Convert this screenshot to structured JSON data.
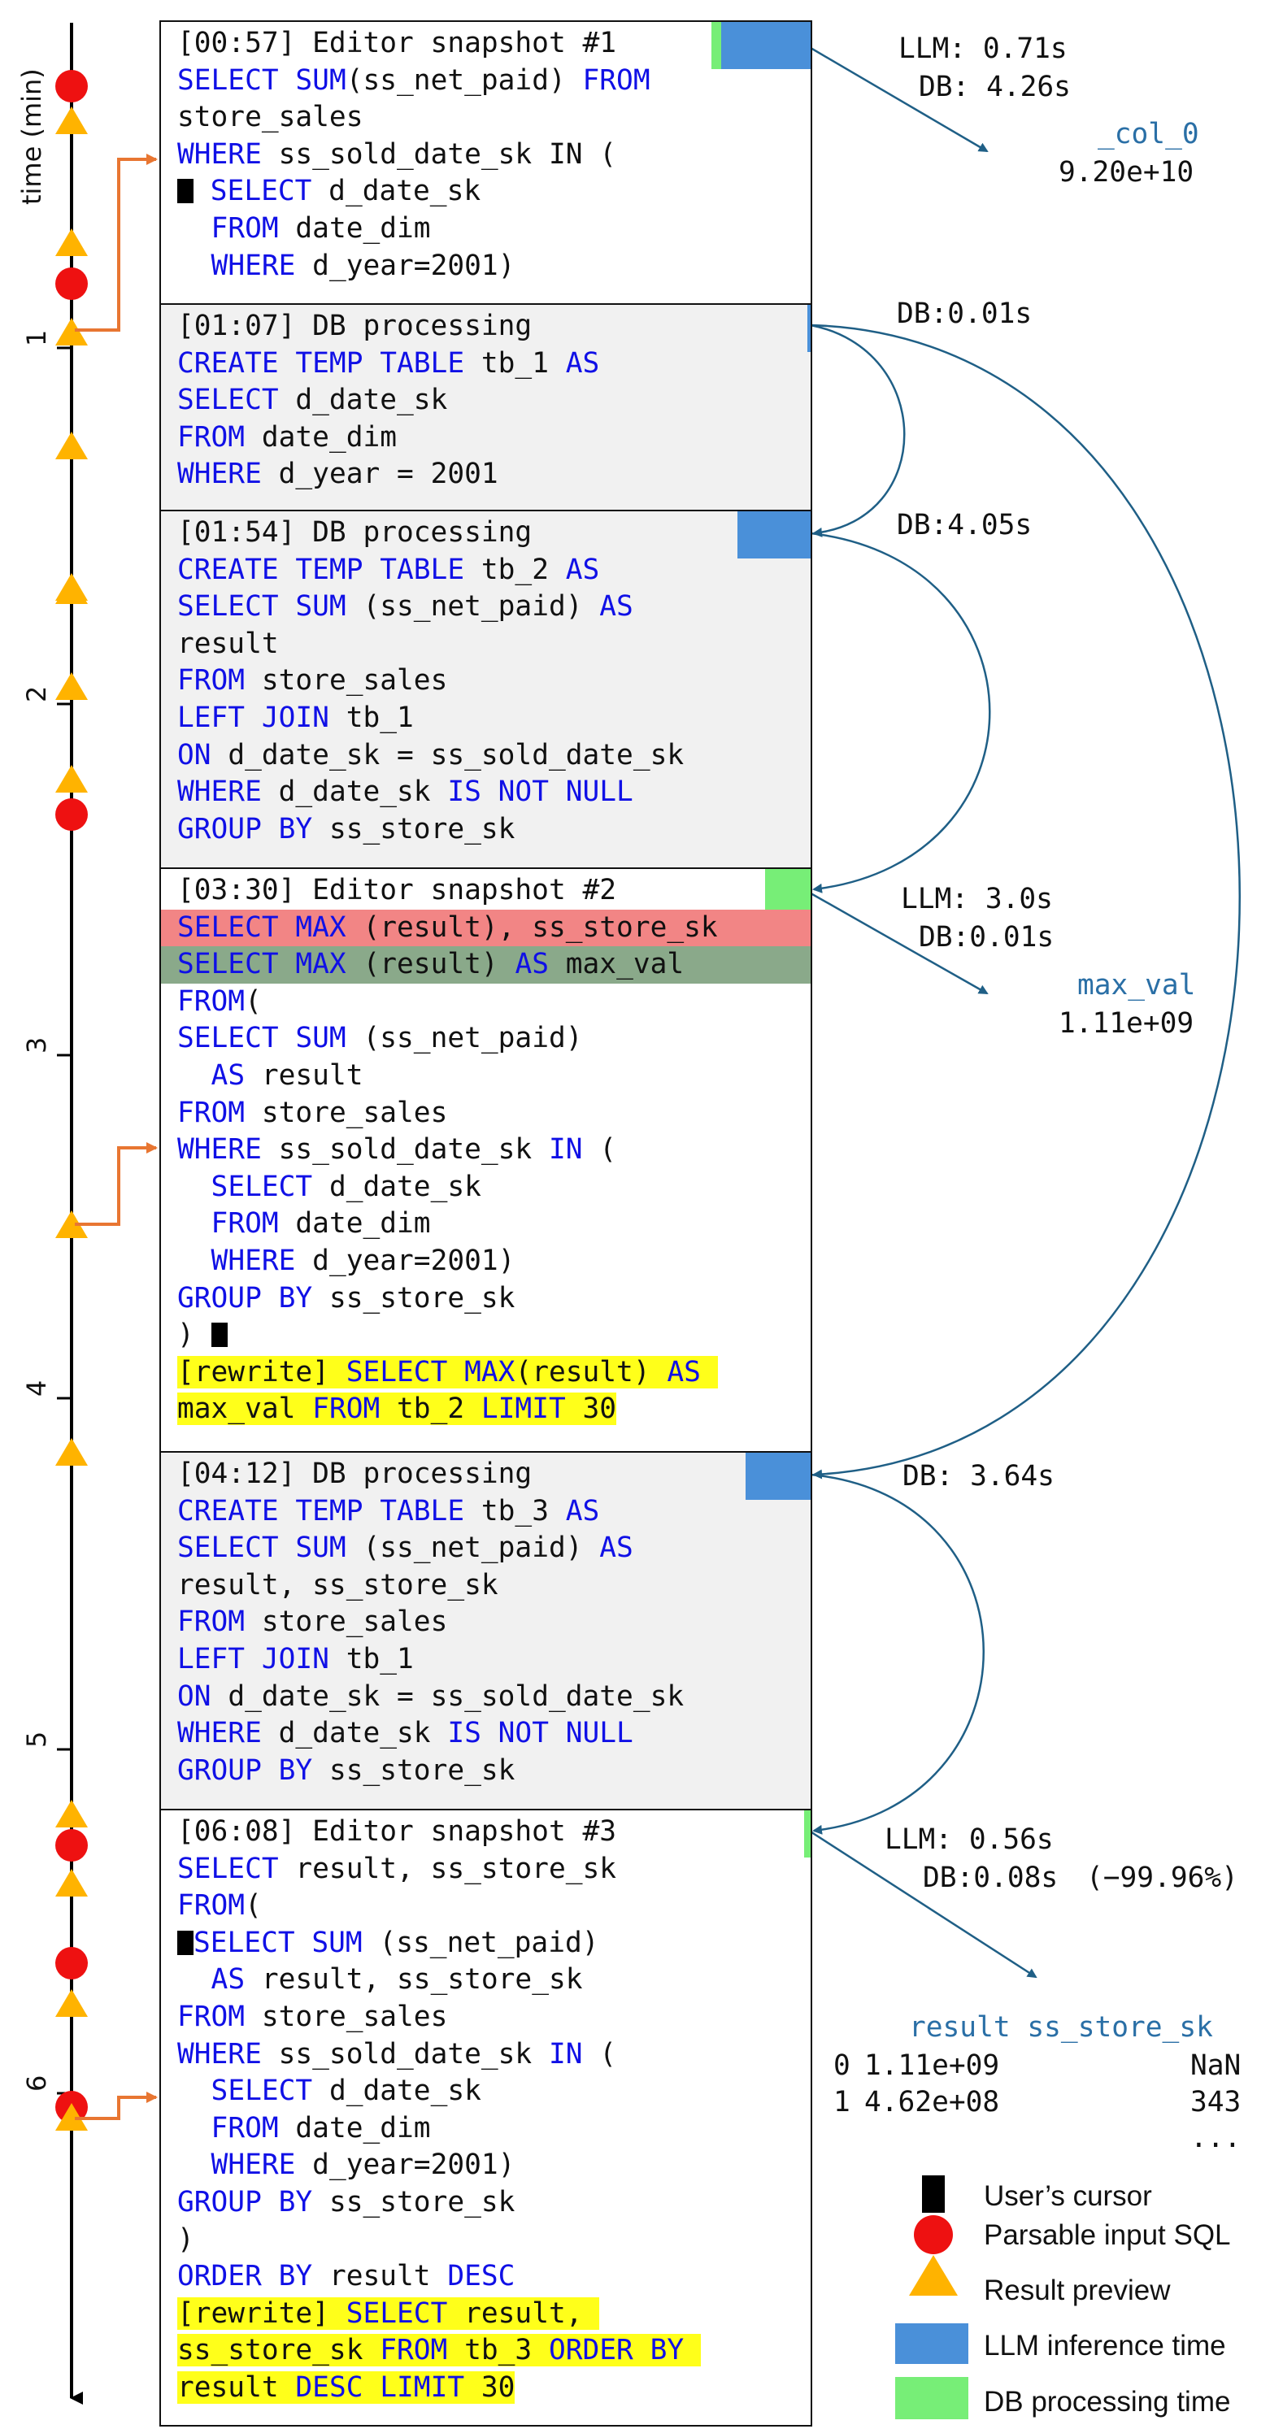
{
  "timeline": {
    "axis_label": "time (min)",
    "ticks": [
      "1",
      "2",
      "3",
      "4",
      "5",
      "6"
    ]
  },
  "snapshot1": {
    "lines": [
      [
        {
          "t": "[00:57] Editor snapshot #1"
        }
      ],
      [
        {
          "t": "SELECT",
          "k": 1
        },
        {
          "t": " "
        },
        {
          "t": "SUM",
          "k": 1
        },
        {
          "t": "(ss_net_paid) "
        },
        {
          "t": "FROM",
          "k": 1
        }
      ],
      [
        {
          "t": "store_sales"
        }
      ],
      [
        {
          "t": "WHERE",
          "k": 1
        },
        {
          "t": " ss_sold_date_sk IN ("
        }
      ],
      [
        {
          "c": 1
        },
        {
          "t": " "
        },
        {
          "t": "SELECT",
          "k": 1
        },
        {
          "t": " d_date_sk"
        }
      ],
      [
        {
          "t": "  "
        },
        {
          "t": "FROM",
          "k": 1
        },
        {
          "t": " date_dim"
        }
      ],
      [
        {
          "t": "  "
        },
        {
          "t": "WHERE",
          "k": 1
        },
        {
          "t": " d_year=2001)"
        }
      ]
    ]
  },
  "db1": {
    "lines": [
      [
        {
          "t": "[01:07] DB processing"
        }
      ],
      [
        {
          "t": "CREATE TEMP TABLE",
          "k": 1
        },
        {
          "t": " tb_1 "
        },
        {
          "t": "AS",
          "k": 1
        }
      ],
      [
        {
          "t": "SELECT",
          "k": 1
        },
        {
          "t": " d_date_sk"
        }
      ],
      [
        {
          "t": "FROM",
          "k": 1
        },
        {
          "t": " date_dim"
        }
      ],
      [
        {
          "t": "WHERE",
          "k": 1
        },
        {
          "t": " d_year = 2001"
        }
      ]
    ]
  },
  "db2": {
    "lines": [
      [
        {
          "t": "[01:54] DB processing"
        }
      ],
      [
        {
          "t": "CREATE TEMP TABLE",
          "k": 1
        },
        {
          "t": " tb_2 "
        },
        {
          "t": "AS",
          "k": 1
        }
      ],
      [
        {
          "t": "SELECT SUM",
          "k": 1
        },
        {
          "t": " (ss_net_paid) "
        },
        {
          "t": "AS",
          "k": 1
        }
      ],
      [
        {
          "t": "result"
        }
      ],
      [
        {
          "t": "FROM",
          "k": 1
        },
        {
          "t": " store_sales"
        }
      ],
      [
        {
          "t": "LEFT JOIN",
          "k": 1
        },
        {
          "t": " tb_1"
        }
      ],
      [
        {
          "t": "ON",
          "k": 1
        },
        {
          "t": " d_date_sk = ss_sold_date_sk"
        }
      ],
      [
        {
          "t": "WHERE",
          "k": 1
        },
        {
          "t": " d_date_sk "
        },
        {
          "t": "IS NOT NULL",
          "k": 1
        }
      ],
      [
        {
          "t": "GROUP BY",
          "k": 1
        },
        {
          "t": " ss_store_sk"
        }
      ]
    ]
  },
  "snapshot2": {
    "lines": [
      [
        {
          "t": "[03:30] Editor snapshot #2"
        }
      ],
      {
        "hl": "red",
        "segs": [
          {
            "t": "SELECT MAX",
            "k": 1
          },
          {
            "t": " (result), ss_store_sk"
          }
        ]
      },
      {
        "hl": "green",
        "segs": [
          {
            "t": "SELECT MAX",
            "k": 1
          },
          {
            "t": " (result) "
          },
          {
            "t": "AS",
            "k": 1
          },
          {
            "t": " max_val"
          }
        ]
      },
      [
        {
          "t": "FROM",
          "k": 1
        },
        {
          "t": "("
        }
      ],
      [
        {
          "t": "SELECT SUM",
          "k": 1
        },
        {
          "t": " (ss_net_paid)"
        }
      ],
      [
        {
          "t": "  "
        },
        {
          "t": "AS",
          "k": 1
        },
        {
          "t": " result"
        }
      ],
      [
        {
          "t": "FROM",
          "k": 1
        },
        {
          "t": " store_sales"
        }
      ],
      [
        {
          "t": "WHERE",
          "k": 1
        },
        {
          "t": " ss_sold_date_sk "
        },
        {
          "t": "IN",
          "k": 1
        },
        {
          "t": " ("
        }
      ],
      [
        {
          "t": "  "
        },
        {
          "t": "SELECT",
          "k": 1
        },
        {
          "t": " d_date_sk"
        }
      ],
      [
        {
          "t": "  "
        },
        {
          "t": "FROM",
          "k": 1
        },
        {
          "t": " date_dim"
        }
      ],
      [
        {
          "t": "  "
        },
        {
          "t": "WHERE",
          "k": 1
        },
        {
          "t": " d_year=2001)"
        }
      ],
      [
        {
          "t": "GROUP BY",
          "k": 1
        },
        {
          "t": " ss_store_sk"
        }
      ],
      [
        {
          "t": ") "
        },
        {
          "c": 1
        }
      ],
      [
        {
          "t": "[rewrite] ",
          "y": 1
        },
        {
          "t": "SELECT MAX",
          "k": 1,
          "y": 1
        },
        {
          "t": "(result) ",
          "y": 1
        },
        {
          "t": "AS",
          "k": 1,
          "y": 1
        },
        {
          "t": " ",
          "y": 1
        }
      ],
      [
        {
          "t": "max_val ",
          "y": 1
        },
        {
          "t": "FROM",
          "k": 1,
          "y": 1
        },
        {
          "t": " tb_2 ",
          "y": 1
        },
        {
          "t": "LIMIT",
          "k": 1,
          "y": 1
        },
        {
          "t": " 30",
          "y": 1
        }
      ]
    ]
  },
  "db3": {
    "lines": [
      [
        {
          "t": "[04:12] DB processing"
        }
      ],
      [
        {
          "t": "CREATE TEMP TABLE",
          "k": 1
        },
        {
          "t": " tb_3 "
        },
        {
          "t": "AS",
          "k": 1
        }
      ],
      [
        {
          "t": "SELECT SUM",
          "k": 1
        },
        {
          "t": " (ss_net_paid) "
        },
        {
          "t": "AS",
          "k": 1
        }
      ],
      [
        {
          "t": "result, ss_store_sk"
        }
      ],
      [
        {
          "t": "FROM",
          "k": 1
        },
        {
          "t": " store_sales"
        }
      ],
      [
        {
          "t": "LEFT JOIN",
          "k": 1
        },
        {
          "t": " tb_1"
        }
      ],
      [
        {
          "t": "ON",
          "k": 1
        },
        {
          "t": " d_date_sk = ss_sold_date_sk"
        }
      ],
      [
        {
          "t": "WHERE",
          "k": 1
        },
        {
          "t": " d_date_sk "
        },
        {
          "t": "IS NOT NULL",
          "k": 1
        }
      ],
      [
        {
          "t": "GROUP BY",
          "k": 1
        },
        {
          "t": " ss_store_sk"
        }
      ]
    ]
  },
  "snapshot3": {
    "lines": [
      [
        {
          "t": "[06:08] Editor snapshot #3"
        }
      ],
      [
        {
          "t": "SELECT",
          "k": 1
        },
        {
          "t": " result, ss_store_sk"
        }
      ],
      [
        {
          "t": "FROM",
          "k": 1
        },
        {
          "t": "("
        }
      ],
      [
        {
          "c": 1
        },
        {
          "t": "SELECT SUM",
          "k": 1
        },
        {
          "t": " (ss_net_paid)"
        }
      ],
      [
        {
          "t": "  "
        },
        {
          "t": "AS",
          "k": 1
        },
        {
          "t": " result, ss_store_sk"
        }
      ],
      [
        {
          "t": "FROM",
          "k": 1
        },
        {
          "t": " store_sales"
        }
      ],
      [
        {
          "t": "WHERE",
          "k": 1
        },
        {
          "t": " ss_sold_date_sk "
        },
        {
          "t": "IN",
          "k": 1
        },
        {
          "t": " ("
        }
      ],
      [
        {
          "t": "  "
        },
        {
          "t": "SELECT",
          "k": 1
        },
        {
          "t": " d_date_sk"
        }
      ],
      [
        {
          "t": "  "
        },
        {
          "t": "FROM",
          "k": 1
        },
        {
          "t": " date_dim"
        }
      ],
      [
        {
          "t": "  "
        },
        {
          "t": "WHERE",
          "k": 1
        },
        {
          "t": " d_year=2001)"
        }
      ],
      [
        {
          "t": "GROUP BY",
          "k": 1
        },
        {
          "t": " ss_store_sk"
        }
      ],
      [
        {
          "t": ")"
        }
      ],
      [
        {
          "t": "ORDER BY",
          "k": 1
        },
        {
          "t": " result "
        },
        {
          "t": "DESC",
          "k": 1
        }
      ],
      [
        {
          "t": "[rewrite] ",
          "y": 1
        },
        {
          "t": "SELECT",
          "k": 1,
          "y": 1
        },
        {
          "t": " result, ",
          "y": 1
        }
      ],
      [
        {
          "t": "ss_store_sk ",
          "y": 1
        },
        {
          "t": "FROM",
          "k": 1,
          "y": 1
        },
        {
          "t": " tb_3 ",
          "y": 1
        },
        {
          "t": "ORDER BY",
          "k": 1,
          "y": 1
        },
        {
          "t": " ",
          "y": 1
        }
      ],
      [
        {
          "t": "result ",
          "y": 1
        },
        {
          "t": "DESC LIMIT",
          "k": 1,
          "y": 1
        },
        {
          "t": " 30",
          "y": 1
        }
      ]
    ]
  },
  "annotations": {
    "a1_llm": "LLM: 0.71s",
    "a1_db": "DB: 4.26s",
    "a1_col": "_col_0",
    "a1_val": "9.20e+10",
    "a2_db": "DB:0.01s",
    "a3_db": "DB:4.05s",
    "a4_llm": "LLM: 3.0s",
    "a4_db": "DB:0.01s",
    "a4_col": "max_val",
    "a4_val": "1.11e+09",
    "a5_db": "DB: 3.64s",
    "a6_llm": "LLM: 0.56s",
    "a6_db": "DB:0.08s",
    "a6_pct": "(−99.96%)",
    "result_header": "result ss_store_sk",
    "result_rows": [
      {
        "idx": "0",
        "result": "1.11e+09",
        "store": "NaN"
      },
      {
        "idx": "1",
        "result": "4.62e+08",
        "store": "343"
      }
    ],
    "ellipsis": "..."
  },
  "legend": {
    "cursor": "User’s cursor",
    "parsable": "Parsable input SQL",
    "preview": "Result preview",
    "llm": "LLM inference time",
    "db": "DB processing time"
  },
  "colors": {
    "llm": "#4a90d9",
    "db": "#77ee77",
    "parsable": "#ee1111",
    "preview": "#ffb300",
    "arrow": "#1f5f86",
    "trigger": "#e87632",
    "keyword": "#1010e6",
    "rewrite": "#ffff1a"
  }
}
